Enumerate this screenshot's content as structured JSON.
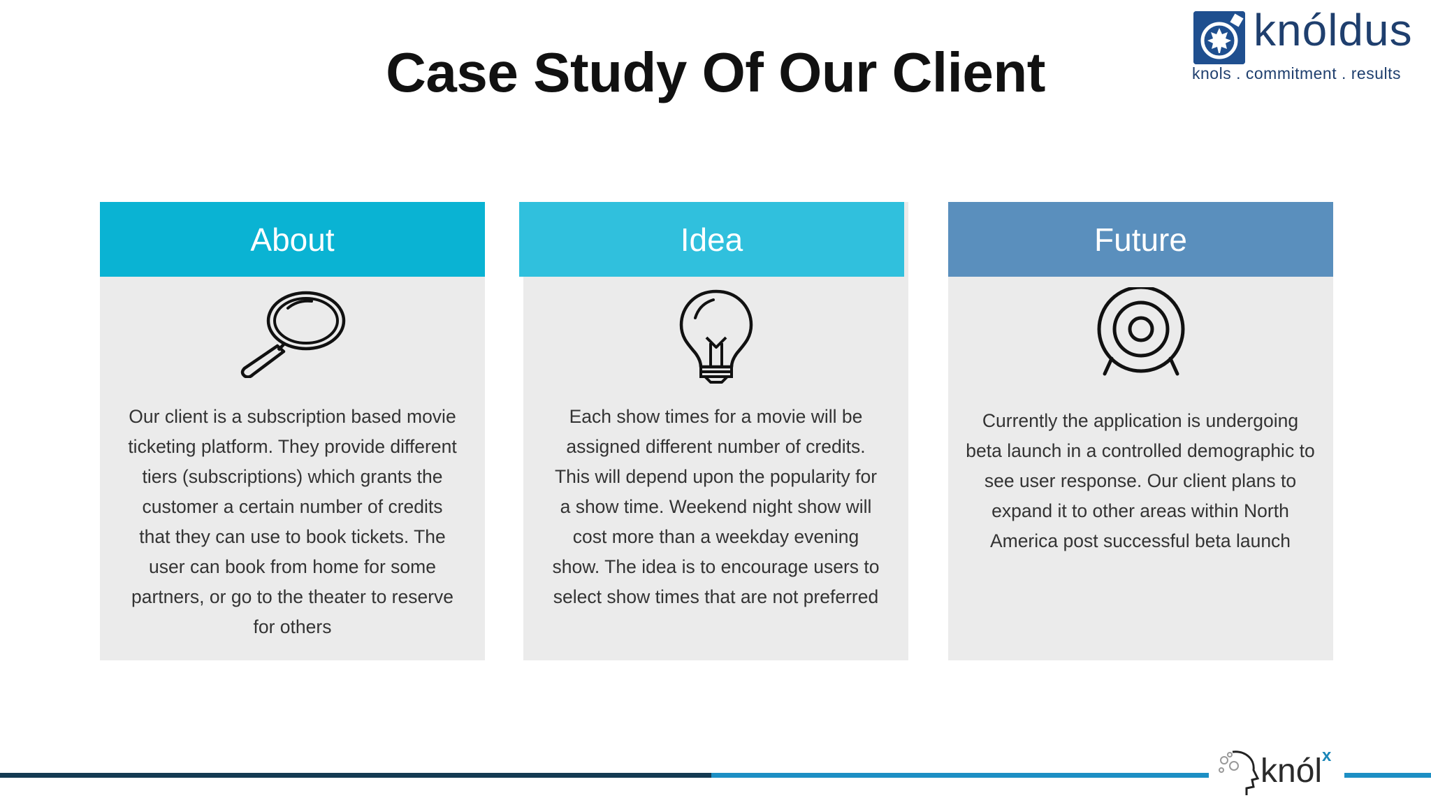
{
  "slide": {
    "title": "Case Study Of Our Client"
  },
  "logo": {
    "name": "knóldus",
    "tagline": "knols . commitment . results",
    "brand_color": "#1f4f8f"
  },
  "cards": [
    {
      "heading": "About",
      "header_color": "#0ab3d3",
      "icon": "magnifying-glass-icon",
      "text": "Our client is a subscription based movie ticketing platform. They provide different tiers (subscriptions) which grants the customer a certain number of credits that they can use to book tickets. The user can book from home for some partners, or go to the theater to reserve for others"
    },
    {
      "heading": "Idea",
      "header_color": "#30c0dd",
      "icon": "light-bulb-icon",
      "text": "Each show times for a movie will be assigned different number of credits. This will depend upon the popularity for a show time. Weekend night show will cost more than a weekday evening show. The idea is to encourage users to select show times that are not preferred"
    },
    {
      "heading": "Future",
      "header_color": "#5a8fbd",
      "icon": "target-icon",
      "text": "Currently the application is undergoing beta launch in a controlled demographic to see user response. Our client plans to expand it to other areas within North America post successful beta launch"
    }
  ],
  "footer": {
    "brand": "knól",
    "brand_superscript": "x",
    "line_colors": [
      "#143a52",
      "#1d8fc4"
    ]
  }
}
